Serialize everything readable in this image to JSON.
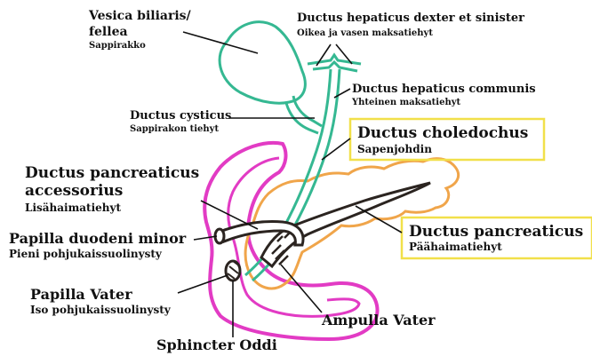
{
  "colors": {
    "biliary": "#35b892",
    "pancreas": "#f0a54a",
    "duodenum": "#e23bc4",
    "duct_outline": "#2b2420",
    "duct_fill": "#ffffff",
    "highlight_box": "#f1e04a"
  },
  "labels": {
    "gallbladder": {
      "name_line1": "Vesica biliaris/",
      "name_line2": "fellea",
      "fi": "Sappirakko"
    },
    "hepatic_ducts": {
      "name": "Ductus hepaticus dexter et sinister",
      "fi": "Oikea ja vasen maksatiehyt"
    },
    "common_hepatic": {
      "name": "Ductus hepaticus communis",
      "fi": "Yhteinen maksatiehyt"
    },
    "cystic_duct": {
      "name": "Ductus cysticus",
      "fi": "Sappirakon tiehyt"
    },
    "bile_duct": {
      "name": "Ductus choledochus",
      "fi": "Sapenjohdin"
    },
    "accessory_duct": {
      "name_line1": "Ductus pancreaticus",
      "name_line2": "accessorius",
      "fi": "Lisähaimatiehyt"
    },
    "minor_papilla": {
      "name": "Papilla duodeni minor",
      "fi": "Pieni pohjukaissuolinysty"
    },
    "major_papilla": {
      "name": "Papilla Vater",
      "fi": "Iso pohjukaissuolinysty"
    },
    "pancreatic_duct": {
      "name": "Ductus pancreaticus",
      "fi": "Päähaimatiehyt"
    },
    "ampulla": {
      "name": "Ampulla Vater"
    },
    "sphincter": {
      "name": "Sphincter Oddi"
    }
  }
}
